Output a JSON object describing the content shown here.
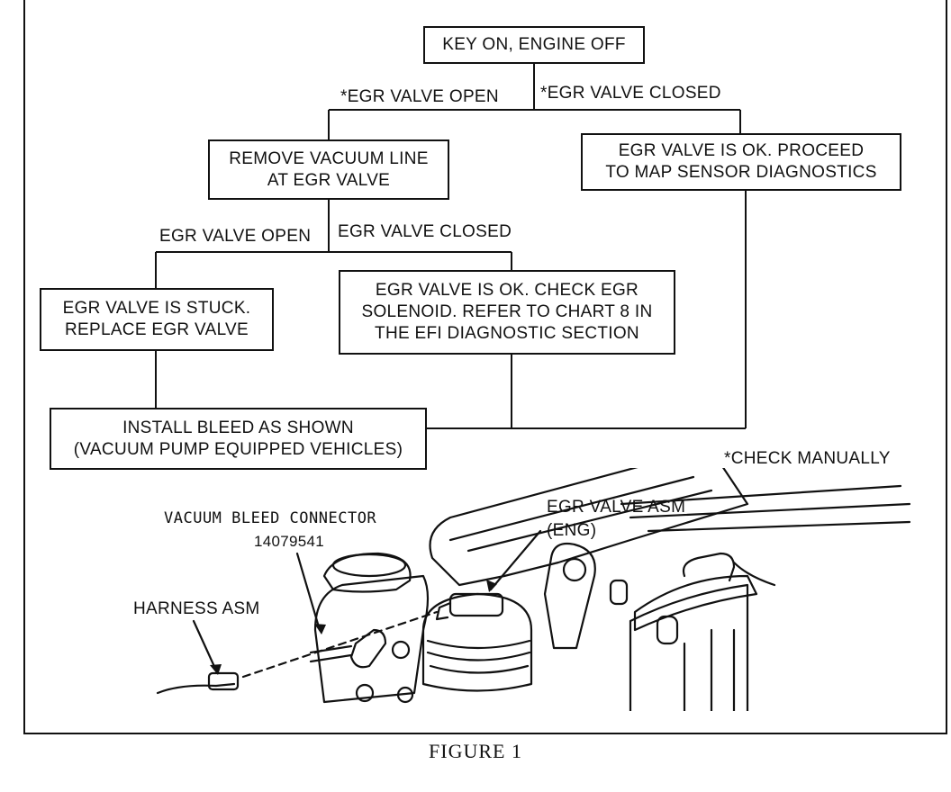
{
  "flowchart": {
    "start": "KEY ON, ENGINE OFF",
    "branch1_left": "*EGR VALVE OPEN",
    "branch1_right": "*EGR VALVE CLOSED",
    "remove_line": "REMOVE VACUUM LINE\nAT EGR VALVE",
    "ok_proceed": "EGR VALVE IS OK. PROCEED\nTO MAP SENSOR DIAGNOSTICS",
    "branch2_left": "EGR VALVE OPEN",
    "branch2_right": "EGR VALVE CLOSED",
    "stuck": "EGR VALVE IS STUCK.\nREPLACE EGR VALVE",
    "check_solenoid": "EGR VALVE IS OK. CHECK EGR\nSOLENOID. REFER TO CHART 8 IN\nTHE EFI DIAGNOSTIC SECTION",
    "install_bleed": "INSTALL BLEED AS SHOWN\n(VACUUM PUMP EQUIPPED VEHICLES)"
  },
  "illustration": {
    "note": "*CHECK MANUALLY",
    "connector_label": "VACUUM BLEED CONNECTOR",
    "connector_part": "14079541",
    "valve_label": "EGR VALVE ASM",
    "valve_sub": "(ENG)",
    "harness_label": "HARNESS ASM"
  },
  "caption": "FIGURE 1"
}
